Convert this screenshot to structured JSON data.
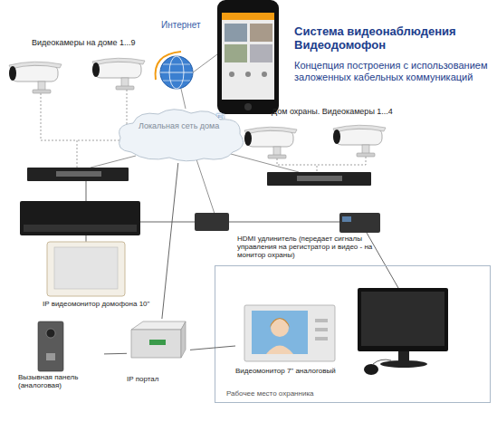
{
  "diagram": {
    "title": "Система видеонаблюдения Видеодомофон",
    "caption": "Концепция построения с использованием заложенных кабельных коммуникаций",
    "nodes": [
      {
        "text": [
          "Интернет"
        ]
      },
      {
        "text": [
          "Видеокамеры на доме 1...9"
        ]
      },
      {
        "text": [
          "Локальная сеть дома"
        ]
      },
      {
        "text": [
          "Дом охраны. Видеокамеры 1...4"
        ]
      },
      {
        "text": [
          "HDMI удлинитель (передает сигналы управления на регистратор и видео - на монитор охраны)"
        ]
      },
      {
        "text": [
          "IP видеомонитор домофона 10\""
        ]
      },
      {
        "text": [
          "Рабочее место охранника"
        ]
      },
      {
        "text": [
          "Вызывная панель (аналоговая)"
        ]
      },
      {
        "text": [
          "IP портал"
        ]
      },
      {
        "text": [
          "Видеомонитор 7\" аналоговый"
        ],
        "in": 6
      }
    ],
    "edges": [
      {
        "from": 7,
        "to": 8,
        "arrow": "none"
      },
      {
        "from": 8,
        "to": 9,
        "arrow": "none"
      },
      {
        "from": 2,
        "to": 8,
        "arrow": "none"
      }
    ],
    "labels": [
      "Wi-Fi"
    ]
  }
}
